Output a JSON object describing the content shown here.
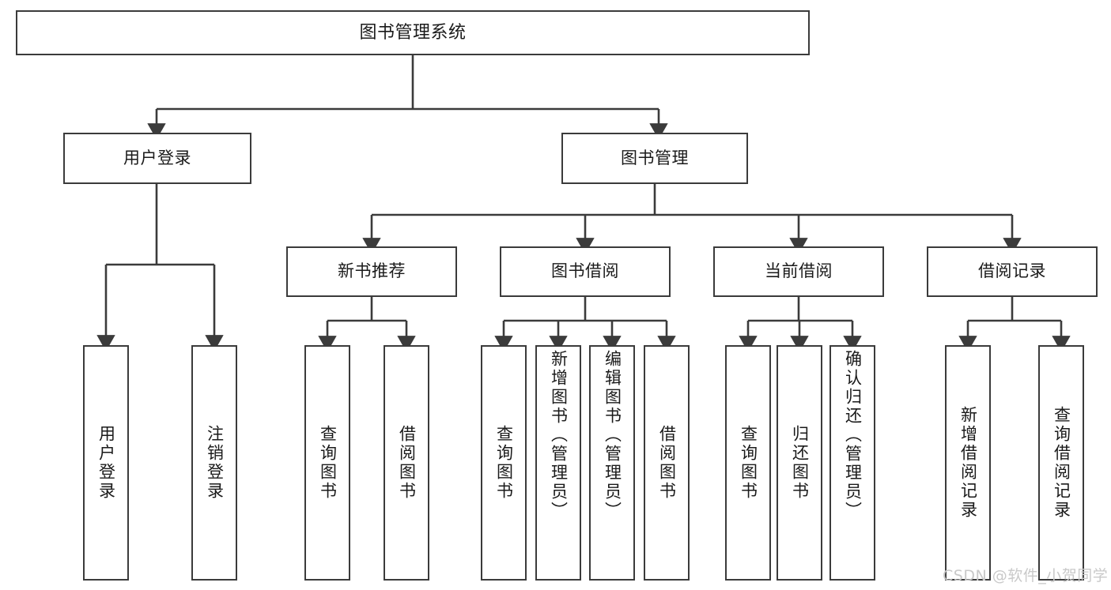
{
  "diagram": {
    "type": "tree",
    "title": "图书管理系统",
    "watermark": "CSDN @软件_小贺同学",
    "colors": {
      "box_border": "#3b3b3b",
      "box_fill": "#ffffff",
      "edge": "#3b3b3b",
      "text": "#1a1a1a",
      "watermark": "#c9c9c9",
      "background": "#ffffff"
    },
    "nodes": {
      "root": {
        "label": "图书管理系统"
      },
      "level1": [
        {
          "id": "user-login",
          "label": "用户登录"
        },
        {
          "id": "book-manage",
          "label": "图书管理"
        }
      ],
      "level2": [
        {
          "id": "new-book-rec",
          "label": "新书推荐"
        },
        {
          "id": "book-borrow",
          "label": "图书借阅"
        },
        {
          "id": "current-borrow",
          "label": "当前借阅"
        },
        {
          "id": "borrow-record",
          "label": "借阅记录"
        }
      ],
      "leaves": {
        "user-login": [
          {
            "id": "leaf-user-login",
            "label": "用户登录"
          },
          {
            "id": "leaf-logout",
            "label": "注销登录"
          }
        ],
        "new-book-rec": [
          {
            "id": "leaf-query-book-1",
            "label": "查询图书"
          },
          {
            "id": "leaf-borrow-book-1",
            "label": "借阅图书"
          }
        ],
        "book-borrow": [
          {
            "id": "leaf-query-book-2",
            "label": "查询图书"
          },
          {
            "id": "leaf-add-book",
            "label": "新增图书（管理员）"
          },
          {
            "id": "leaf-edit-book",
            "label": "编辑图书（管理员）"
          },
          {
            "id": "leaf-borrow-book-2",
            "label": "借阅图书"
          }
        ],
        "current-borrow": [
          {
            "id": "leaf-query-book-3",
            "label": "查询图书"
          },
          {
            "id": "leaf-return-book",
            "label": "归还图书"
          },
          {
            "id": "leaf-confirm-return",
            "label": "确认归还（管理员）"
          }
        ],
        "borrow-record": [
          {
            "id": "leaf-add-record",
            "label": "新增借阅记录"
          },
          {
            "id": "leaf-query-record",
            "label": "查询借阅记录"
          }
        ]
      }
    }
  }
}
